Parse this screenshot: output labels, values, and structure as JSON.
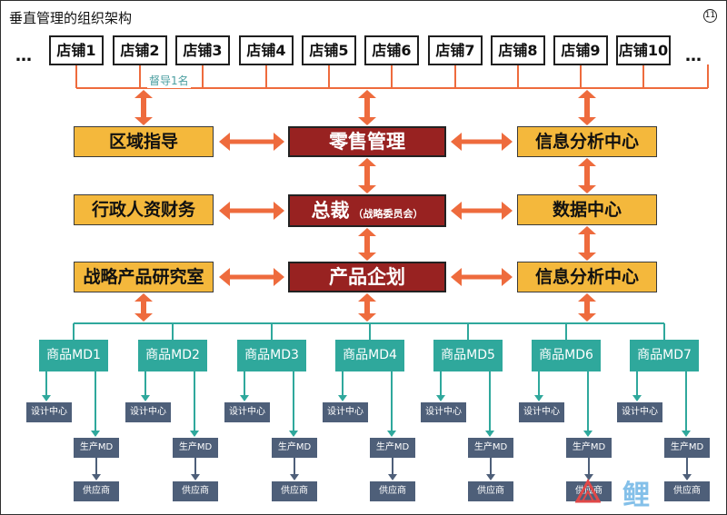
{
  "title": "垂直管理的组织架构",
  "page_number": "11",
  "stores": [
    "店铺1",
    "店铺2",
    "店铺3",
    "店铺4",
    "店铺5",
    "店铺6",
    "店铺7",
    "店铺8",
    "店铺9",
    "店铺10"
  ],
  "ellipsis": "…",
  "supervisor_note": "督导1名",
  "row1": {
    "left": "区域指导",
    "center": "零售管理",
    "right": "信息分析中心"
  },
  "row2": {
    "left": "行政人资财务",
    "center": "总裁",
    "center_sub": "（战略委员会）",
    "right": "数据中心"
  },
  "row3": {
    "left": "战略产品研究室",
    "center": "产品企划",
    "right": "信息分析中心"
  },
  "md_units": [
    {
      "label": "商品MD1",
      "design": "设计中心",
      "production": "生产MD",
      "supplier": "供应商"
    },
    {
      "label": "商品MD2",
      "design": "设计中心",
      "production": "生产MD",
      "supplier": "供应商"
    },
    {
      "label": "商品MD3",
      "design": "设计中心",
      "production": "生产MD",
      "supplier": "供应商"
    },
    {
      "label": "商品MD4",
      "design": "设计中心",
      "production": "生产MD",
      "supplier": "供应商"
    },
    {
      "label": "商品MD5",
      "design": "设计中心",
      "production": "生产MD",
      "supplier": "供应商"
    },
    {
      "label": "商品MD6",
      "design": "设计中心",
      "production": "生产MD",
      "supplier": "供应商"
    },
    {
      "label": "商品MD7",
      "design": "设计中心",
      "production": "生产MD",
      "supplier": "供应商"
    }
  ],
  "watermark_text": "鲤",
  "colors": {
    "orange": "#ee6b3d",
    "yellow": "#f4b83c",
    "dark_red": "#982221",
    "teal": "#2fa89c",
    "slate": "#4e5f79"
  }
}
